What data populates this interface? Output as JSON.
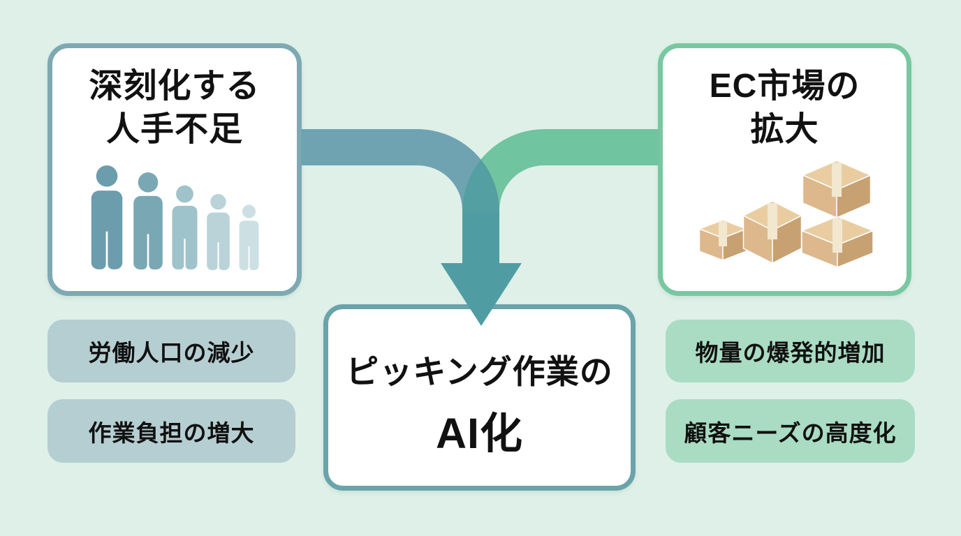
{
  "background_color": "#def0e8",
  "text_color": "#111111",
  "left_box": {
    "title_lines": [
      "深刻化する",
      "人手不足"
    ],
    "border_color": "#7ea9b3",
    "icon": "people-declining-icon",
    "people_colors": [
      "#6b9dad",
      "#79a7b4",
      "#9fc3ca",
      "#b9d3d8",
      "#cce0e3"
    ]
  },
  "right_box": {
    "title_lines": [
      "EC市場の",
      "拡大"
    ],
    "border_color": "#79c7a1",
    "icon": "cardboard-boxes-icon",
    "box_colors": {
      "top": "#e9cda1",
      "left": "#dcb88c",
      "right": "#c8a172",
      "tape": "#f2e7cf"
    }
  },
  "center_box": {
    "line1": "ピッキング作業の",
    "line2": "AI化",
    "border_color": "#6aa4ab"
  },
  "left_sub_boxes": [
    {
      "label": "労働人口の減少"
    },
    {
      "label": "作業負担の増大"
    }
  ],
  "right_sub_boxes": [
    {
      "label": "物量の爆発的増加"
    },
    {
      "label": "顧客ニーズの高度化"
    }
  ],
  "left_sub_box_bg": "#b5ced2",
  "right_sub_box_bg": "#a9dcc3",
  "arrows": {
    "left_band_color": "#6fa3b1",
    "right_band_color": "#70c49f",
    "overlap_color": "#539fa2",
    "merged_color": "#4f9da2"
  }
}
